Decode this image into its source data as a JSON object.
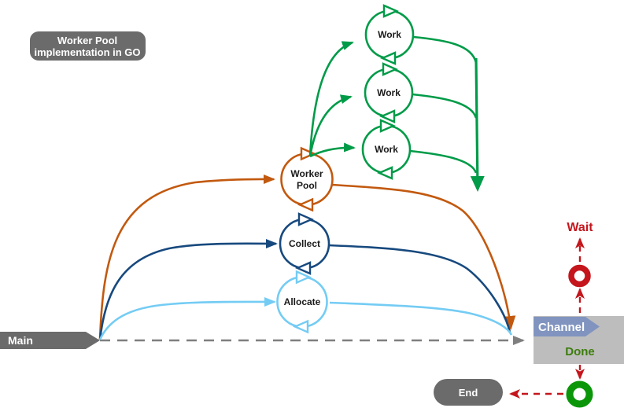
{
  "diagram": {
    "title": {
      "line1": "Worker Pool",
      "line2": "implementation in GO"
    },
    "nodes": {
      "work1": {
        "label": "Work"
      },
      "work2": {
        "label": "Work"
      },
      "work3": {
        "label": "Work"
      },
      "worker_pool": {
        "line1": "Worker",
        "line2": "Pool"
      },
      "collect": {
        "label": "Collect"
      },
      "allocate": {
        "label": "Allocate"
      }
    },
    "labels": {
      "main": "Main",
      "channel": "Channel",
      "done": "Done",
      "wait": "Wait",
      "end": "End"
    },
    "colors": {
      "work_green": "#009B48",
      "worker_pool_orange": "#C2590F",
      "collect_navy": "#17497E",
      "allocate_blue": "#74CCF4",
      "shape_gray": "#6B6B6B",
      "channel_rect_gray": "#BDBDBD",
      "channel_banner_blue": "#8094BF",
      "done_green": "#3C7D0C",
      "wait_red": "#C4161C",
      "end_ring_green": "#0B9609",
      "dashed_line_gray": "#7F7F7F"
    }
  }
}
